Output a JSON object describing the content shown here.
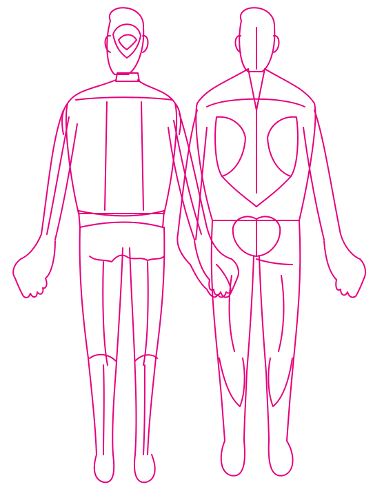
{
  "figure": {
    "type": "body-region-outline",
    "views": [
      "front",
      "back"
    ],
    "line_color": "#e6007e",
    "background_color": "#ffffff"
  }
}
